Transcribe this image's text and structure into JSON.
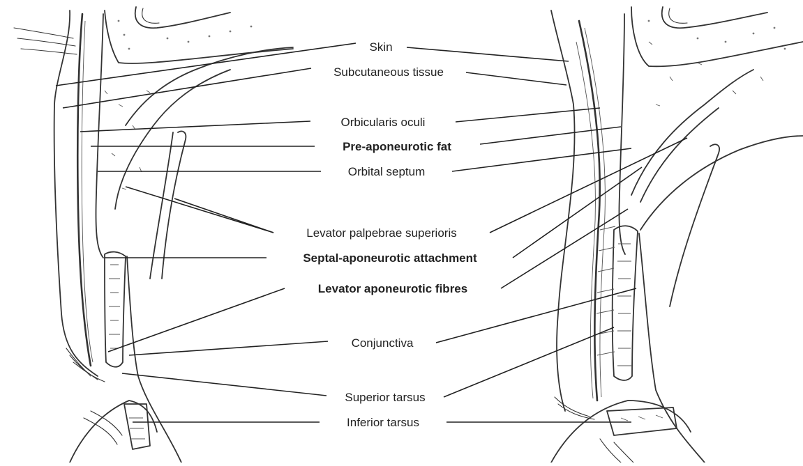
{
  "diagram": {
    "labels": [
      {
        "id": "skin",
        "text": "Skin",
        "bold": false
      },
      {
        "id": "subcutaneous",
        "text": "Subcutaneous tissue",
        "bold": false
      },
      {
        "id": "orbicularis",
        "text": "Orbicularis oculi",
        "bold": false
      },
      {
        "id": "preaponeurotic",
        "text": "Pre-aponeurotic fat",
        "bold": true
      },
      {
        "id": "septum",
        "text": "Orbital septum",
        "bold": false
      },
      {
        "id": "levator",
        "text": "Levator palpebrae superioris",
        "bold": false
      },
      {
        "id": "septal_attachment",
        "text": "Septal-aponeurotic attachment",
        "bold": true
      },
      {
        "id": "levator_fibres",
        "text": "Levator aponeurotic fibres",
        "bold": true
      },
      {
        "id": "conjunctiva",
        "text": "Conjunctiva",
        "bold": false
      },
      {
        "id": "superior_tarsus",
        "text": "Superior tarsus",
        "bold": false
      },
      {
        "id": "inferior_tarsus",
        "text": "Inferior tarsus",
        "bold": false
      }
    ]
  }
}
